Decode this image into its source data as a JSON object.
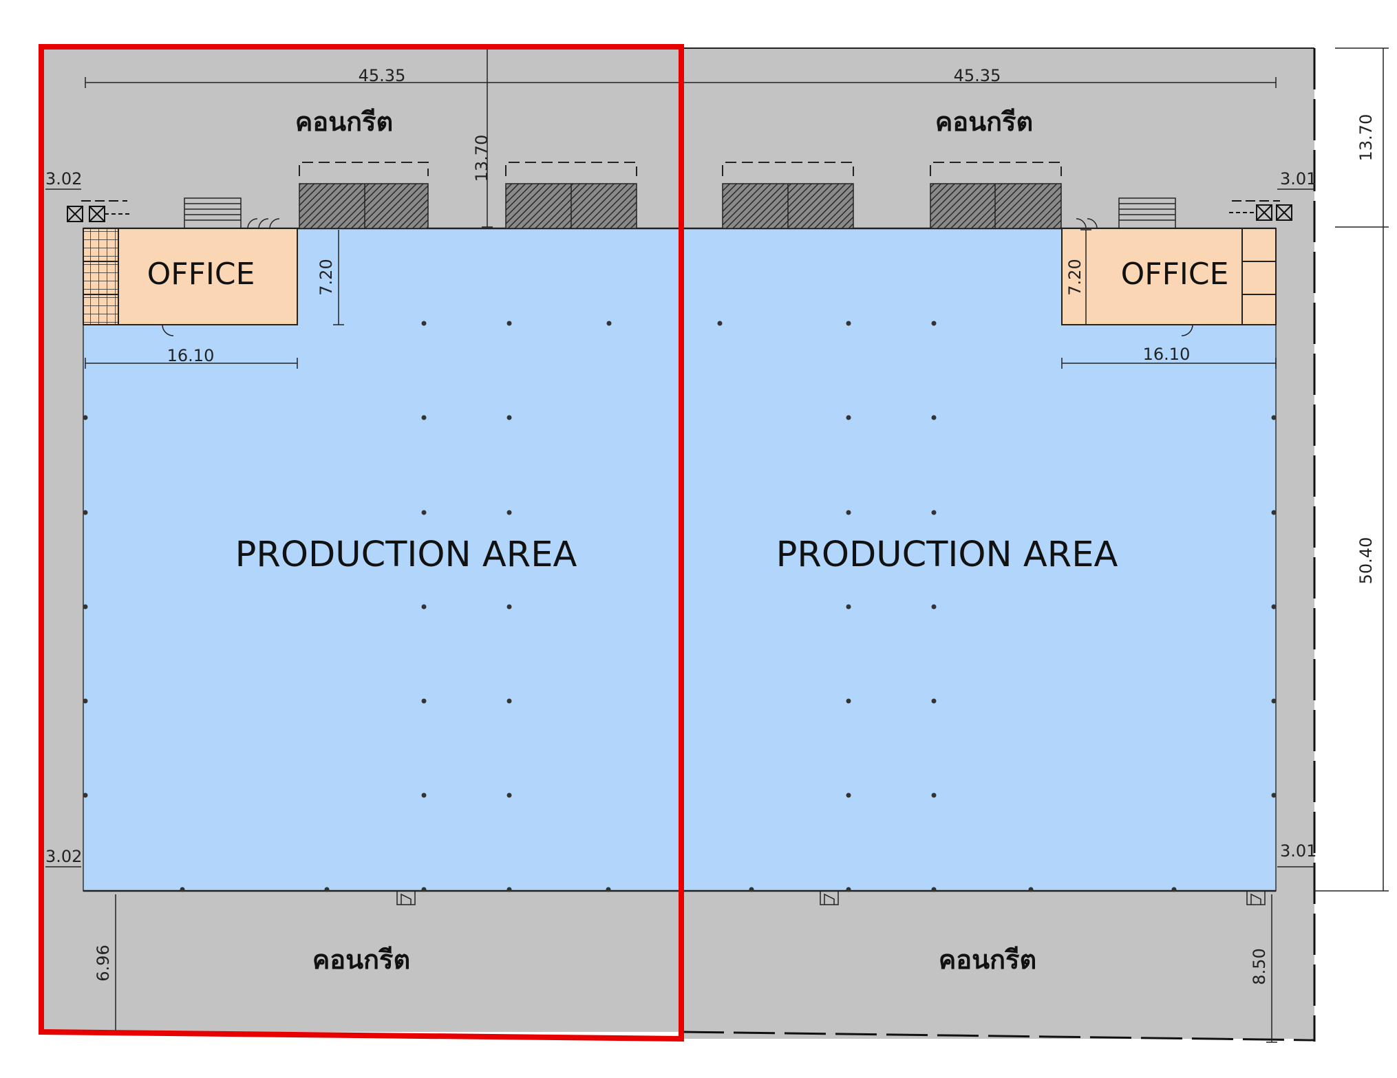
{
  "units": [
    {
      "production_label": "PRODUCTION AREA",
      "office_label": "OFFICE",
      "concrete_top_label": "คอนกรีต",
      "concrete_bottom_label": "คอนกรีต",
      "width_dim": "45.35",
      "office_width_dim": "16.10",
      "office_depth_dim": "7.20",
      "side_offset_top_dim": "3.02",
      "side_offset_bottom_dim": "3.02",
      "bottom_apron_dim": "6.96"
    },
    {
      "production_label": "PRODUCTION AREA",
      "office_label": "OFFICE",
      "concrete_top_label": "คอนกรีต",
      "concrete_bottom_label": "คอนกรีต",
      "width_dim": "45.35",
      "office_width_dim": "16.10",
      "office_depth_dim": "7.20",
      "side_offset_top_dim": "3.01",
      "side_offset_bottom_dim": "3.01",
      "bottom_apron_dim": "8.50"
    }
  ],
  "front_apron_dim": "13.70",
  "right_front_dim": "13.70",
  "building_depth_dim": "50.40",
  "colors": {
    "concrete": "#c3c3c3",
    "production": "#b2d6fb",
    "office": "#fad6b4",
    "highlight": "#e60000"
  }
}
